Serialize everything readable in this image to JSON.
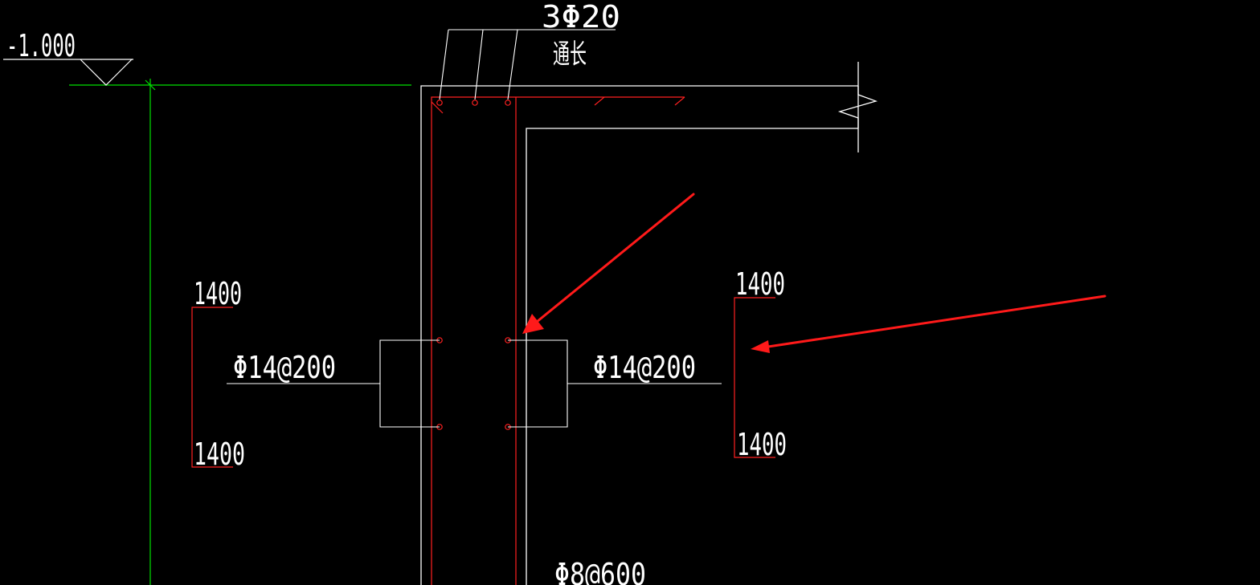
{
  "drawing": {
    "colors": {
      "background": "#000000",
      "outline": "#ffffff",
      "rebar": "#ff2020",
      "ground_line": "#00e000",
      "arrow": "#ff1a1a"
    },
    "level_marker": {
      "label": "-1.000"
    },
    "top_rebar_callout": {
      "line1": "3Φ20",
      "line2": "通长"
    },
    "left_rebar_callout": {
      "label": "Φ14@200",
      "upper_extent": "1400",
      "lower_extent": "1400"
    },
    "right_rebar_callout": {
      "label": "Φ14@200",
      "upper_extent": "1400",
      "lower_extent": "1400"
    },
    "stirrup_callout": {
      "label": "Φ8@600"
    }
  }
}
